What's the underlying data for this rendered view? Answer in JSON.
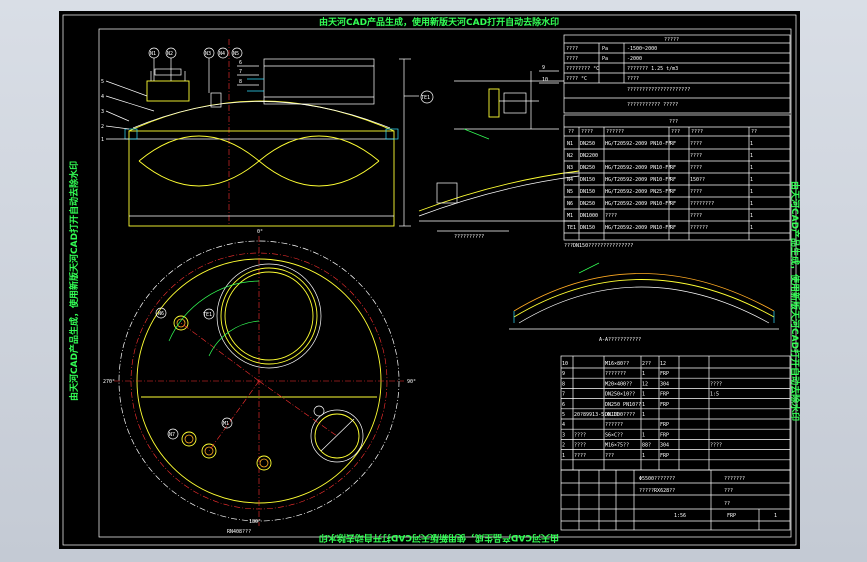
{
  "watermark": {
    "top": "由天河CAD产品生成，使用新版天河CAD打开自动去除水印",
    "left": "由天河CAD产品生成，使用新版天河CAD打开自动去除水印",
    "right": "由天河CAD产品生成，使用新版天河CAD打开自动去除水印",
    "bottom": "由天河CAD产品生成，使用新版天河CAD打开自动去除水印"
  },
  "view_labels": {
    "plan_view": "RN408???",
    "detail_a": "A-A???????????",
    "angle_0": "0°",
    "angle_90": "90°",
    "angle_180": "180°",
    "angle_270": "270°",
    "detail_9": "9",
    "detail_10": "10",
    "note_section": "??????????"
  },
  "callouts": [
    "1",
    "2",
    "3",
    "4",
    "5",
    "6",
    "7",
    "8"
  ],
  "nozzle_tags": [
    "N1",
    "N2",
    "N3",
    "N4",
    "N5",
    "N6",
    "N7",
    "TE1",
    "M1"
  ],
  "spec_table": {
    "title": "?????",
    "rows": [
      [
        "????",
        "Pa",
        "-1500~2000"
      ],
      [
        "????",
        "Pa",
        "-2000"
      ],
      [
        "???????? °C",
        "",
        "??????? 1.25 t/m3"
      ],
      [
        "???? °C",
        "",
        "????"
      ],
      [
        "",
        "",
        "?????????????????????"
      ],
      [
        "",
        "",
        "??????????? ?????"
      ]
    ]
  },
  "nozzle_table": {
    "title": "???",
    "headers": [
      "??",
      "????",
      "??????",
      "???",
      "????",
      "??"
    ],
    "rows": [
      [
        "N1",
        "DN250",
        "HG/T20592-2009 PN10-FF",
        "RF",
        "????",
        "1"
      ],
      [
        "N2",
        "DN2200",
        "",
        "",
        "????",
        "1"
      ],
      [
        "N3",
        "DN250",
        "HG/T20592-2009 PN10-FF",
        "RF",
        "????",
        "1"
      ],
      [
        "N4",
        "DN150",
        "HG/T20592-2009 PN10-FF",
        "RF",
        "150??",
        "1"
      ],
      [
        "N5",
        "DN150",
        "HG/T20592-2009 PN25-FF",
        "RF",
        "????",
        "1"
      ],
      [
        "N6",
        "DN250",
        "HG/T20592-2009 PN10-FF",
        "RF",
        "????????",
        "1"
      ],
      [
        "M1",
        "DN1000",
        "????",
        "",
        "????",
        "1"
      ],
      [
        "TE1",
        "DN150",
        "HG/T20592-2009 PN10-FF",
        "RF",
        "??????",
        "1"
      ]
    ],
    "note": "???DN150???????????????"
  },
  "parts_table": {
    "rows": [
      [
        "10",
        "",
        "M16×80??",
        "2??",
        "12",
        "",
        ""
      ],
      [
        "9",
        "",
        "???????",
        "1",
        "FRP",
        "",
        ""
      ],
      [
        "8",
        "",
        "M20×400??",
        "12",
        "304",
        "",
        "????"
      ],
      [
        "7",
        "",
        "DN250×10??",
        "1",
        "FRP",
        "",
        "1:5"
      ],
      [
        "6",
        "",
        "DN250 PN10??",
        "1",
        "FRP",
        "",
        ""
      ],
      [
        "5",
        "20?89913-5.0.11",
        "DN1000????",
        "1",
        "",
        "",
        ""
      ],
      [
        "4",
        "",
        "??????",
        "",
        "FRP",
        "",
        ""
      ],
      [
        "3",
        "????",
        "S6×C??",
        "1",
        "FRP",
        "",
        ""
      ],
      [
        "2",
        "????",
        "M16×75??",
        "88?",
        "304",
        "",
        "????"
      ],
      [
        "1",
        "????",
        "???",
        "1",
        "FRP",
        "",
        ""
      ]
    ],
    "footer": [
      "??",
      "??",
      "??",
      "??",
      "??",
      "??"
    ]
  },
  "title_block": {
    "drawing_no": "Φ5500???????",
    "name": "?????RX628??",
    "material": "FRP",
    "scale": "1:56",
    "sheet": "1",
    "r1": "???????",
    "r2": "???",
    "r3": "??"
  },
  "colors": {
    "background": "#000000",
    "line_white": "#ffffff",
    "line_yellow": "#ffff33",
    "line_red": "#ff3030",
    "line_green": "#33ff55",
    "line_cyan": "#33e0ff",
    "frame": "#c4cad4"
  }
}
